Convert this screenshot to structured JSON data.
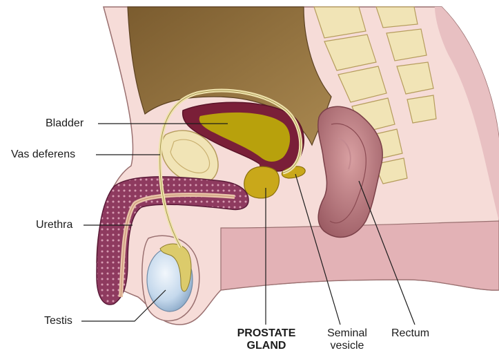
{
  "labels": {
    "bladder": "Bladder",
    "vas_deferens": "Vas deferens",
    "urethra": "Urethra",
    "testis": "Testis",
    "prostate_line1": "PROSTATE",
    "prostate_line2": "GLAND",
    "seminal_line1": "Seminal",
    "seminal_line2": "vesicle",
    "rectum": "Rectum"
  },
  "colors": {
    "skin": "#f6dcd8",
    "body_shadow": "#e8c0c2",
    "abdomen_cavity": "#8a6a3a",
    "bladder_wall": "#7a1f38",
    "bladder_fill": "#b8a10c",
    "prostate": "#c9a81a",
    "bone": "#f1e4b6",
    "rectum": "#b9797f",
    "testis": "#c4d8ec",
    "penis_tissue": "#8e3a5f",
    "vas_deferens": "#efe3ad",
    "leader_line": "#1c1c1c"
  }
}
